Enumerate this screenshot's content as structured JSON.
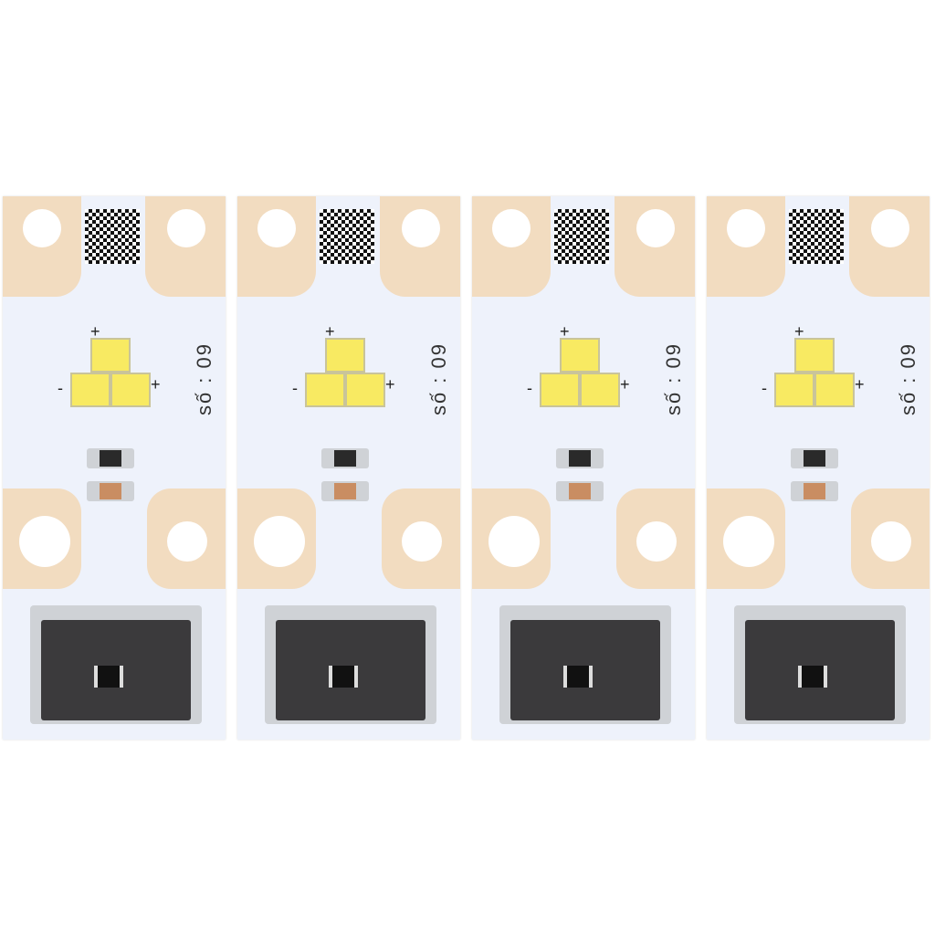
{
  "image": {
    "description": "Product photo of four identical white LED PCB modules side by side",
    "board_count": 4,
    "boards": [
      {
        "index": 1,
        "label": "số : 09",
        "polarity_marks": [
          "+",
          "-",
          "+",
          "-"
        ]
      },
      {
        "index": 2,
        "label": "số : 09",
        "polarity_marks": [
          "+",
          "-",
          "+",
          "-"
        ]
      },
      {
        "index": 3,
        "label": "số : 09",
        "polarity_marks": [
          "+",
          "-",
          "+",
          "-"
        ]
      },
      {
        "index": 4,
        "label": "số : 09",
        "polarity_marks": [
          "+",
          "-",
          "+",
          "-"
        ]
      }
    ],
    "colors": {
      "background": "#ffffff",
      "board": "#eef2fb",
      "pad": "#f2dcc0",
      "led": "#f8ea62",
      "connector": "#3b3a3c"
    }
  }
}
